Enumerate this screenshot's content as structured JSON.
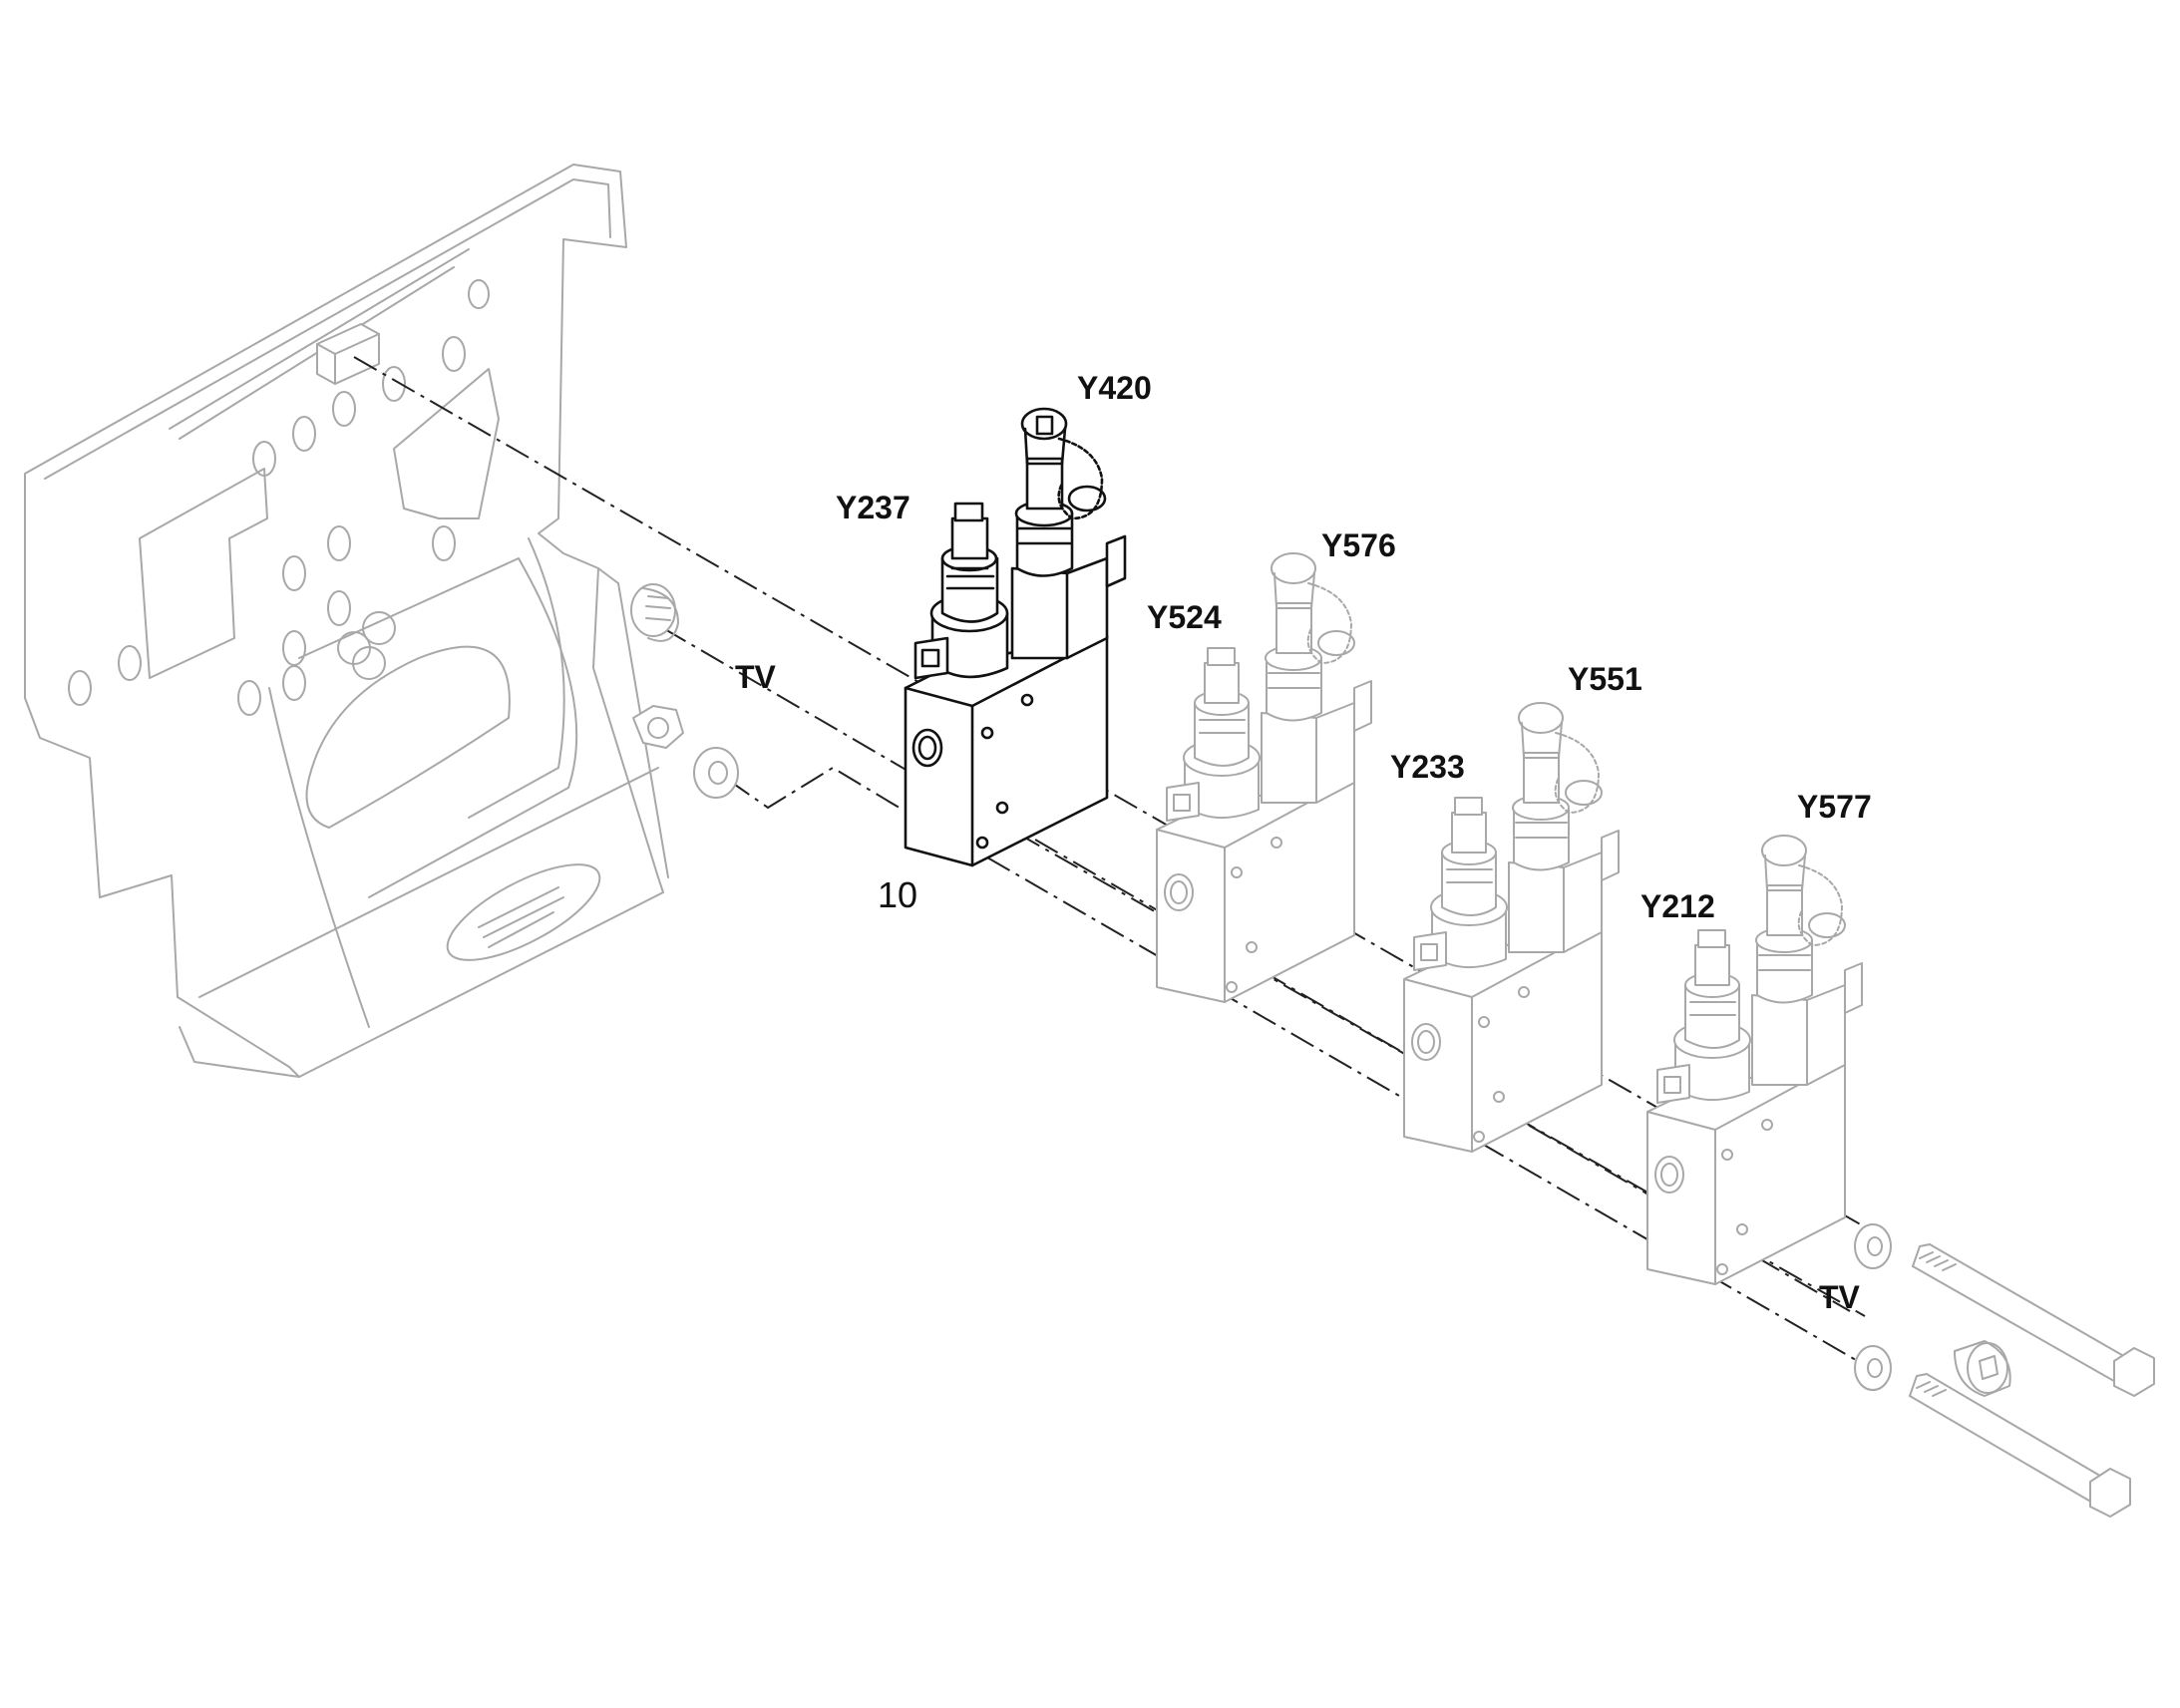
{
  "labels": {
    "y420": "Y420",
    "y237": "Y237",
    "y576": "Y576",
    "y524": "Y524",
    "y551": "Y551",
    "y233": "Y233",
    "y577": "Y577",
    "y212": "Y212",
    "tv_left": "TV",
    "tv_right": "TV",
    "item_10": "10"
  }
}
